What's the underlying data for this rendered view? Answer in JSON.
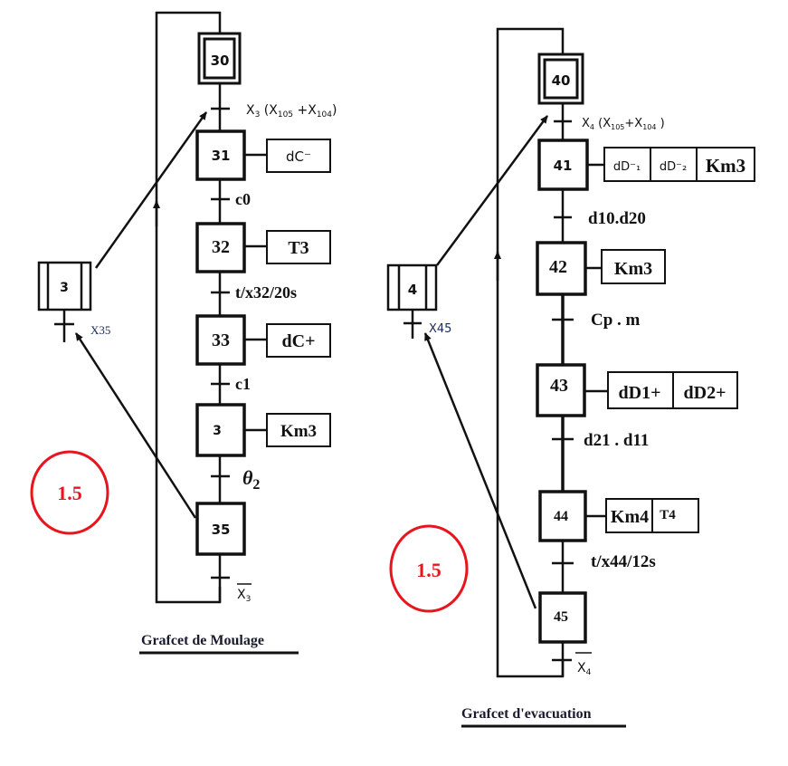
{
  "diagrams": [
    {
      "title": "Grafcet de Moulage",
      "initial_step": "30",
      "steps": [
        {
          "id": "30",
          "initial": true
        },
        {
          "id": "31",
          "actions": [
            "dC⁻"
          ]
        },
        {
          "id": "32",
          "actions": [
            "T3"
          ]
        },
        {
          "id": "33",
          "actions": [
            "dC+"
          ]
        },
        {
          "id": "3",
          "actions": [
            "Km3"
          ]
        },
        {
          "id": "35",
          "actions": []
        }
      ],
      "transitions": [
        {
          "main": "X",
          "sub": "3",
          "rest": " (X",
          "sub2": "105",
          "rest2": " +X",
          "sub3": "104",
          "close": ")"
        },
        {
          "label": "c0"
        },
        {
          "label": "t/x32/20s"
        },
        {
          "label": "c1"
        },
        {
          "label": "θ",
          "sub": "2"
        },
        {
          "label": "X",
          "sub": "3",
          "overline": true
        }
      ],
      "macro_step": {
        "id": "3",
        "transition": "X35"
      },
      "score": "1.5"
    },
    {
      "title": "Grafcet d'evacuation",
      "initial_step": "40",
      "steps": [
        {
          "id": "40",
          "initial": true
        },
        {
          "id": "41",
          "actions": [
            "dD⁻₁",
            "dD⁻₂",
            "Km3"
          ]
        },
        {
          "id": "42",
          "actions": [
            "Km3"
          ]
        },
        {
          "id": "43",
          "actions": [
            "dD1+",
            "dD2+"
          ]
        },
        {
          "id": "44",
          "actions": [
            "Km4",
            "T4"
          ]
        },
        {
          "id": "45",
          "actions": []
        }
      ],
      "transitions": [
        {
          "main": "X",
          "sub": "4",
          "rest": " (X",
          "sub2": "105",
          "rest2": "+X",
          "sub3": "104",
          "close": " )"
        },
        {
          "label": "d10.d20"
        },
        {
          "label": "Cp . m"
        },
        {
          "label": "d21 . d11"
        },
        {
          "label": "t/x44/12s"
        },
        {
          "label": "X",
          "sub": "4",
          "overline": true
        }
      ],
      "macro_step": {
        "id": "4",
        "transition": "X45"
      },
      "score": "1.5"
    }
  ],
  "colors": {
    "line": "#111111",
    "score": "#e8141e",
    "text": "#1a1a2e"
  }
}
